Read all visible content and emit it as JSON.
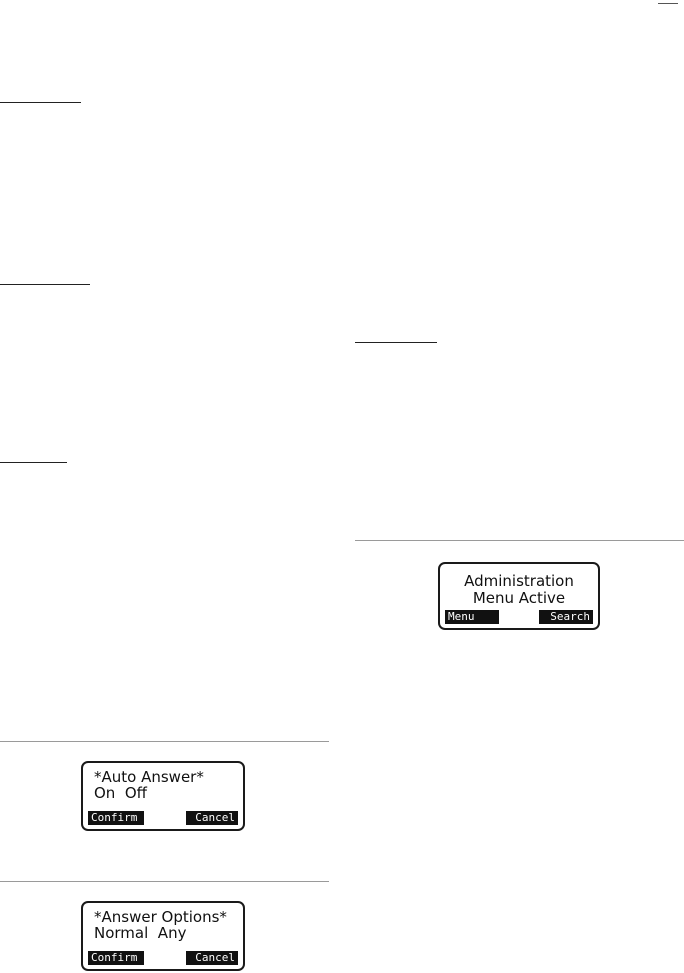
{
  "screens": {
    "auto_answer": {
      "line1": "*Auto Answer*",
      "line2": "On  Off",
      "softkey_left": "Confirm",
      "softkey_right": "Cancel"
    },
    "answer_options": {
      "line1": "*Answer Options*",
      "line2": "Normal  Any",
      "softkey_left": "Confirm",
      "softkey_right": "Cancel"
    },
    "administration": {
      "line1": "Administration",
      "line2": "Menu Active",
      "softkey_left": "Menu",
      "softkey_right": "Search"
    }
  }
}
